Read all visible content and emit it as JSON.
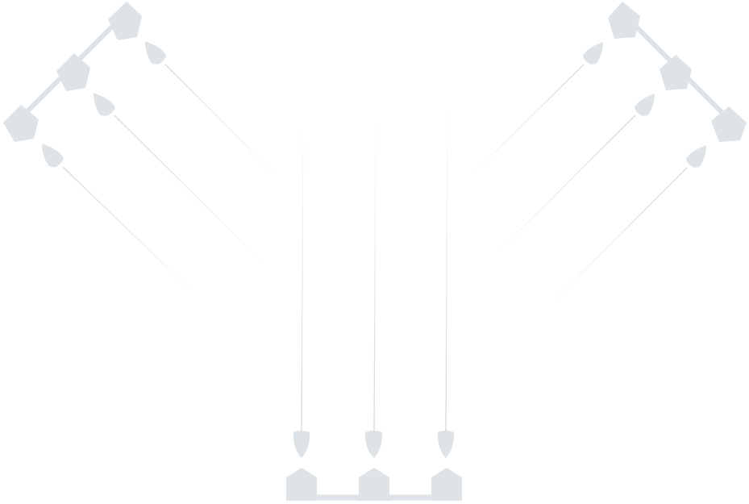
{
  "colors": {
    "background": "#ffffff",
    "shape": "#dde3e6",
    "beam": "#d2d9dc"
  },
  "groups": [
    {
      "name": "left-emitter-group",
      "emitter_count": 3
    },
    {
      "name": "right-emitter-group",
      "emitter_count": 3
    },
    {
      "name": "bottom-emitter-group",
      "emitter_count": 3
    }
  ]
}
